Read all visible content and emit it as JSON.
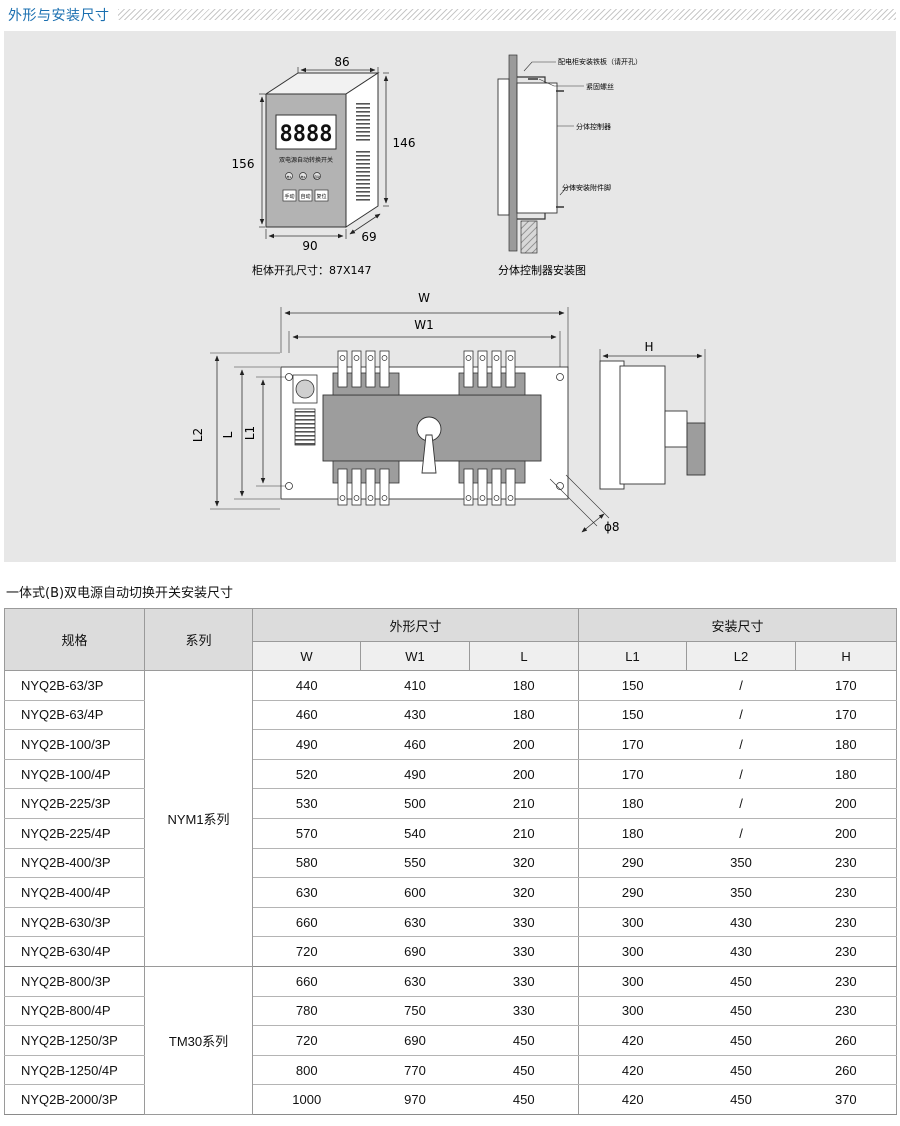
{
  "header": {
    "title": "外形与安装尺寸"
  },
  "controller_drawing": {
    "dim_top": "86",
    "dim_left": "156",
    "dim_right": "146",
    "dim_bottom": "90",
    "dim_depth": "69",
    "display_text": "8888",
    "panel_label": "双电源自动转换开关",
    "indicators": [
      "电1",
      "电2",
      "自动"
    ],
    "buttons": [
      "手动",
      "自动",
      "复位"
    ],
    "caption": "柜体开孔尺寸：87X147"
  },
  "install_drawing": {
    "callouts": [
      "配电柜安装铁板（请开孔）",
      "紧固螺丝",
      "分体控制器",
      "分体安装附件脚"
    ],
    "caption": "分体控制器安装图"
  },
  "switch_drawing": {
    "dim_w": "W",
    "dim_w1": "W1",
    "dim_l2": "L2",
    "dim_l": "L",
    "dim_l1": "L1",
    "dim_h": "H",
    "dim_hole": "ϕ8"
  },
  "table": {
    "title": "一体式(B)双电源自动切换开关安装尺寸",
    "headers": {
      "spec": "规格",
      "series": "系列",
      "outer": "外形尺寸",
      "install": "安装尺寸",
      "w": "W",
      "w1": "W1",
      "l": "L",
      "l1": "L1",
      "l2": "L2",
      "h": "H"
    },
    "groups": [
      {
        "series": "NYM1系列",
        "rows": [
          [
            "NYQ2B-63/3P",
            "440",
            "410",
            "180",
            "150",
            "/",
            "170"
          ],
          [
            "NYQ2B-63/4P",
            "460",
            "430",
            "180",
            "150",
            "/",
            "170"
          ],
          [
            "NYQ2B-100/3P",
            "490",
            "460",
            "200",
            "170",
            "/",
            "180"
          ],
          [
            "NYQ2B-100/4P",
            "520",
            "490",
            "200",
            "170",
            "/",
            "180"
          ],
          [
            "NYQ2B-225/3P",
            "530",
            "500",
            "210",
            "180",
            "/",
            "200"
          ],
          [
            "NYQ2B-225/4P",
            "570",
            "540",
            "210",
            "180",
            "/",
            "200"
          ],
          [
            "NYQ2B-400/3P",
            "580",
            "550",
            "320",
            "290",
            "350",
            "230"
          ],
          [
            "NYQ2B-400/4P",
            "630",
            "600",
            "320",
            "290",
            "350",
            "230"
          ],
          [
            "NYQ2B-630/3P",
            "660",
            "630",
            "330",
            "300",
            "430",
            "230"
          ],
          [
            "NYQ2B-630/4P",
            "720",
            "690",
            "330",
            "300",
            "430",
            "230"
          ]
        ]
      },
      {
        "series": "TM30系列",
        "rows": [
          [
            "NYQ2B-800/3P",
            "660",
            "630",
            "330",
            "300",
            "450",
            "230"
          ],
          [
            "NYQ2B-800/4P",
            "780",
            "750",
            "330",
            "300",
            "450",
            "230"
          ],
          [
            "NYQ2B-1250/3P",
            "720",
            "690",
            "450",
            "420",
            "450",
            "260"
          ],
          [
            "NYQ2B-1250/4P",
            "800",
            "770",
            "450",
            "420",
            "450",
            "260"
          ],
          [
            "NYQ2B-2000/3P",
            "1000",
            "970",
            "450",
            "420",
            "450",
            "370"
          ]
        ]
      }
    ]
  }
}
